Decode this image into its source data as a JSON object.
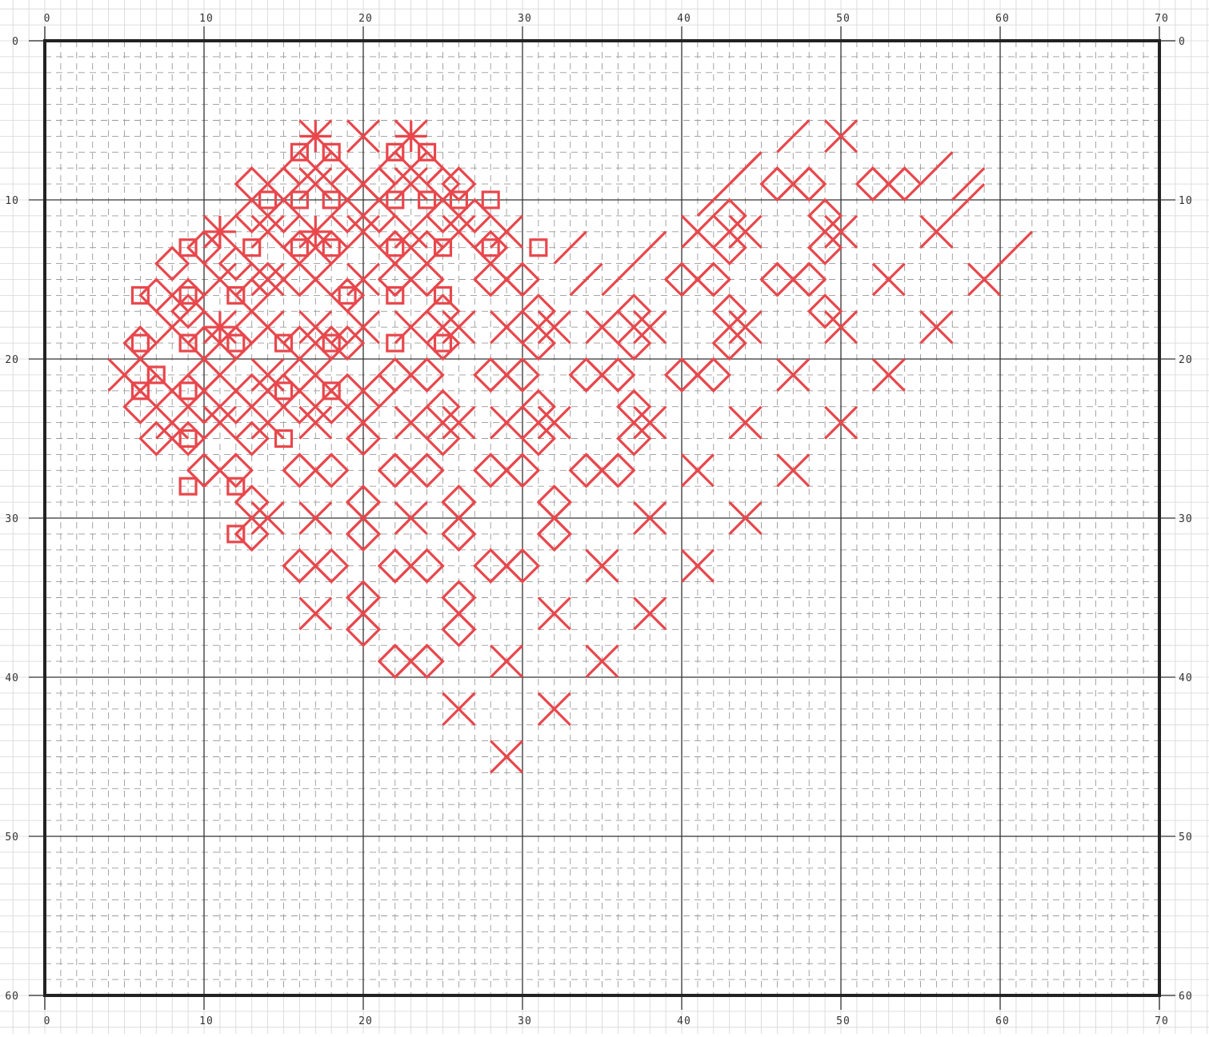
{
  "pattern": {
    "cols": 70,
    "rows": 60,
    "major_every": 10,
    "col_labels": [
      "0",
      "10",
      "20",
      "30",
      "40",
      "50",
      "60",
      "70"
    ],
    "row_labels": [
      "0",
      "10",
      "20",
      "30",
      "40",
      "50",
      "60"
    ],
    "colors": {
      "stitch": "#e8474c",
      "major_line": "#333333",
      "minor_line": "#9a9a9a",
      "border": "#222222",
      "outer_grid": "#d6d6d6"
    },
    "stitches": {
      "x": [
        [
          17,
          6
        ],
        [
          20,
          6
        ],
        [
          23,
          6
        ],
        [
          50,
          6
        ],
        [
          17,
          9
        ],
        [
          20,
          9
        ],
        [
          23,
          9
        ],
        [
          47,
          9
        ],
        [
          53,
          9
        ],
        [
          11,
          12
        ],
        [
          14,
          12
        ],
        [
          17,
          12
        ],
        [
          20,
          12
        ],
        [
          23,
          12
        ],
        [
          26,
          12
        ],
        [
          29,
          12
        ],
        [
          41,
          12
        ],
        [
          44,
          12
        ],
        [
          50,
          12
        ],
        [
          56,
          12
        ],
        [
          11,
          15
        ],
        [
          14,
          15
        ],
        [
          17,
          15
        ],
        [
          20,
          15
        ],
        [
          23,
          15
        ],
        [
          29,
          15
        ],
        [
          41,
          15
        ],
        [
          47,
          15
        ],
        [
          53,
          15
        ],
        [
          59,
          15
        ],
        [
          8,
          18
        ],
        [
          11,
          18
        ],
        [
          14,
          18
        ],
        [
          17,
          18
        ],
        [
          20,
          18
        ],
        [
          23,
          18
        ],
        [
          26,
          18
        ],
        [
          29,
          18
        ],
        [
          32,
          18
        ],
        [
          35,
          18
        ],
        [
          38,
          18
        ],
        [
          44,
          18
        ],
        [
          50,
          18
        ],
        [
          56,
          18
        ],
        [
          5,
          21
        ],
        [
          11,
          21
        ],
        [
          14,
          21
        ],
        [
          17,
          21
        ],
        [
          23,
          21
        ],
        [
          29,
          21
        ],
        [
          35,
          21
        ],
        [
          41,
          21
        ],
        [
          47,
          21
        ],
        [
          53,
          21
        ],
        [
          8,
          24
        ],
        [
          11,
          24
        ],
        [
          14,
          24
        ],
        [
          17,
          24
        ],
        [
          20,
          24
        ],
        [
          23,
          24
        ],
        [
          26,
          24
        ],
        [
          29,
          24
        ],
        [
          32,
          24
        ],
        [
          38,
          24
        ],
        [
          44,
          24
        ],
        [
          50,
          24
        ],
        [
          11,
          27
        ],
        [
          17,
          27
        ],
        [
          23,
          27
        ],
        [
          29,
          27
        ],
        [
          35,
          27
        ],
        [
          41,
          27
        ],
        [
          47,
          27
        ],
        [
          14,
          30
        ],
        [
          17,
          30
        ],
        [
          20,
          30
        ],
        [
          23,
          30
        ],
        [
          26,
          30
        ],
        [
          32,
          30
        ],
        [
          38,
          30
        ],
        [
          44,
          30
        ],
        [
          17,
          33
        ],
        [
          23,
          33
        ],
        [
          29,
          33
        ],
        [
          35,
          33
        ],
        [
          41,
          33
        ],
        [
          17,
          36
        ],
        [
          20,
          36
        ],
        [
          26,
          36
        ],
        [
          32,
          36
        ],
        [
          38,
          36
        ],
        [
          23,
          39
        ],
        [
          29,
          39
        ],
        [
          35,
          39
        ],
        [
          26,
          42
        ],
        [
          32,
          42
        ],
        [
          29,
          45
        ]
      ],
      "diamond": [
        [
          16,
          8
        ],
        [
          18,
          8
        ],
        [
          22,
          8
        ],
        [
          24,
          8
        ],
        [
          26,
          9
        ],
        [
          13,
          9
        ],
        [
          15,
          9
        ],
        [
          19,
          9
        ],
        [
          21,
          9
        ],
        [
          25,
          9
        ],
        [
          13,
          11
        ],
        [
          15,
          11
        ],
        [
          19,
          11
        ],
        [
          21,
          11
        ],
        [
          25,
          11
        ],
        [
          27,
          11
        ],
        [
          43,
          11
        ],
        [
          49,
          11
        ],
        [
          10,
          13
        ],
        [
          16,
          13
        ],
        [
          18,
          13
        ],
        [
          22,
          13
        ],
        [
          24,
          13
        ],
        [
          28,
          13
        ],
        [
          43,
          13
        ],
        [
          49,
          13
        ],
        [
          8,
          14
        ],
        [
          12,
          14
        ],
        [
          14,
          15
        ],
        [
          16,
          15
        ],
        [
          22,
          15
        ],
        [
          24,
          15
        ],
        [
          28,
          15
        ],
        [
          30,
          15
        ],
        [
          40,
          15
        ],
        [
          42,
          15
        ],
        [
          46,
          15
        ],
        [
          48,
          15
        ],
        [
          7,
          16
        ],
        [
          9,
          16
        ],
        [
          13,
          16
        ],
        [
          19,
          16
        ],
        [
          25,
          17
        ],
        [
          31,
          17
        ],
        [
          37,
          17
        ],
        [
          43,
          17
        ],
        [
          49,
          17
        ],
        [
          9,
          17
        ],
        [
          13,
          18
        ],
        [
          19,
          19
        ],
        [
          25,
          19
        ],
        [
          31,
          19
        ],
        [
          37,
          19
        ],
        [
          43,
          19
        ],
        [
          6,
          19
        ],
        [
          10,
          19
        ],
        [
          12,
          19
        ],
        [
          16,
          19
        ],
        [
          18,
          19
        ],
        [
          6,
          21
        ],
        [
          10,
          21
        ],
        [
          16,
          21
        ],
        [
          22,
          21
        ],
        [
          24,
          21
        ],
        [
          28,
          21
        ],
        [
          30,
          21
        ],
        [
          34,
          21
        ],
        [
          36,
          21
        ],
        [
          40,
          21
        ],
        [
          42,
          21
        ],
        [
          7,
          22
        ],
        [
          9,
          22
        ],
        [
          13,
          22
        ],
        [
          15,
          22
        ],
        [
          19,
          22
        ],
        [
          21,
          22
        ],
        [
          25,
          23
        ],
        [
          31,
          23
        ],
        [
          37,
          23
        ],
        [
          6,
          23
        ],
        [
          10,
          23
        ],
        [
          12,
          23
        ],
        [
          16,
          23
        ],
        [
          18,
          23
        ],
        [
          20,
          25
        ],
        [
          25,
          25
        ],
        [
          31,
          25
        ],
        [
          37,
          25
        ],
        [
          7,
          25
        ],
        [
          9,
          25
        ],
        [
          13,
          25
        ],
        [
          10,
          27
        ],
        [
          12,
          27
        ],
        [
          16,
          27
        ],
        [
          18,
          27
        ],
        [
          22,
          27
        ],
        [
          24,
          27
        ],
        [
          28,
          27
        ],
        [
          30,
          27
        ],
        [
          34,
          27
        ],
        [
          36,
          27
        ],
        [
          13,
          29
        ],
        [
          20,
          29
        ],
        [
          26,
          29
        ],
        [
          32,
          29
        ],
        [
          13,
          31
        ],
        [
          20,
          31
        ],
        [
          26,
          31
        ],
        [
          32,
          31
        ],
        [
          16,
          33
        ],
        [
          18,
          33
        ],
        [
          22,
          33
        ],
        [
          24,
          33
        ],
        [
          28,
          33
        ],
        [
          30,
          33
        ],
        [
          20,
          35
        ],
        [
          26,
          35
        ],
        [
          20,
          37
        ],
        [
          26,
          37
        ],
        [
          22,
          39
        ],
        [
          24,
          39
        ],
        [
          46,
          9
        ],
        [
          48,
          9
        ],
        [
          52,
          9
        ],
        [
          54,
          9
        ]
      ],
      "square": [
        [
          16,
          7
        ],
        [
          18,
          7
        ],
        [
          22,
          7
        ],
        [
          24,
          7
        ],
        [
          14,
          10
        ],
        [
          16,
          10
        ],
        [
          18,
          10
        ],
        [
          22,
          10
        ],
        [
          24,
          10
        ],
        [
          26,
          10
        ],
        [
          28,
          10
        ],
        [
          9,
          13
        ],
        [
          13,
          13
        ],
        [
          16,
          13
        ],
        [
          18,
          13
        ],
        [
          22,
          13
        ],
        [
          25,
          13
        ],
        [
          28,
          13
        ],
        [
          31,
          13
        ],
        [
          6,
          16
        ],
        [
          9,
          16
        ],
        [
          12,
          16
        ],
        [
          19,
          16
        ],
        [
          22,
          16
        ],
        [
          25,
          16
        ],
        [
          6,
          19
        ],
        [
          9,
          19
        ],
        [
          12,
          19
        ],
        [
          15,
          19
        ],
        [
          18,
          19
        ],
        [
          22,
          19
        ],
        [
          25,
          19
        ],
        [
          7,
          21
        ],
        [
          9,
          22
        ],
        [
          15,
          22
        ],
        [
          18,
          22
        ],
        [
          6,
          22
        ],
        [
          9,
          25
        ],
        [
          15,
          25
        ],
        [
          9,
          28
        ],
        [
          12,
          28
        ],
        [
          12,
          31
        ]
      ],
      "star": [
        [
          17,
          6
        ],
        [
          23,
          6
        ],
        [
          11,
          12
        ],
        [
          17,
          12
        ],
        [
          11,
          18
        ]
      ],
      "half": [
        [
          44,
          8
        ],
        [
          42,
          10
        ],
        [
          47,
          6
        ],
        [
          56,
          8
        ],
        [
          58,
          9
        ],
        [
          58,
          10
        ],
        [
          61,
          13
        ],
        [
          33,
          13
        ],
        [
          38,
          13
        ],
        [
          34,
          15
        ],
        [
          36,
          15
        ],
        [
          44,
          8
        ]
      ]
    }
  }
}
